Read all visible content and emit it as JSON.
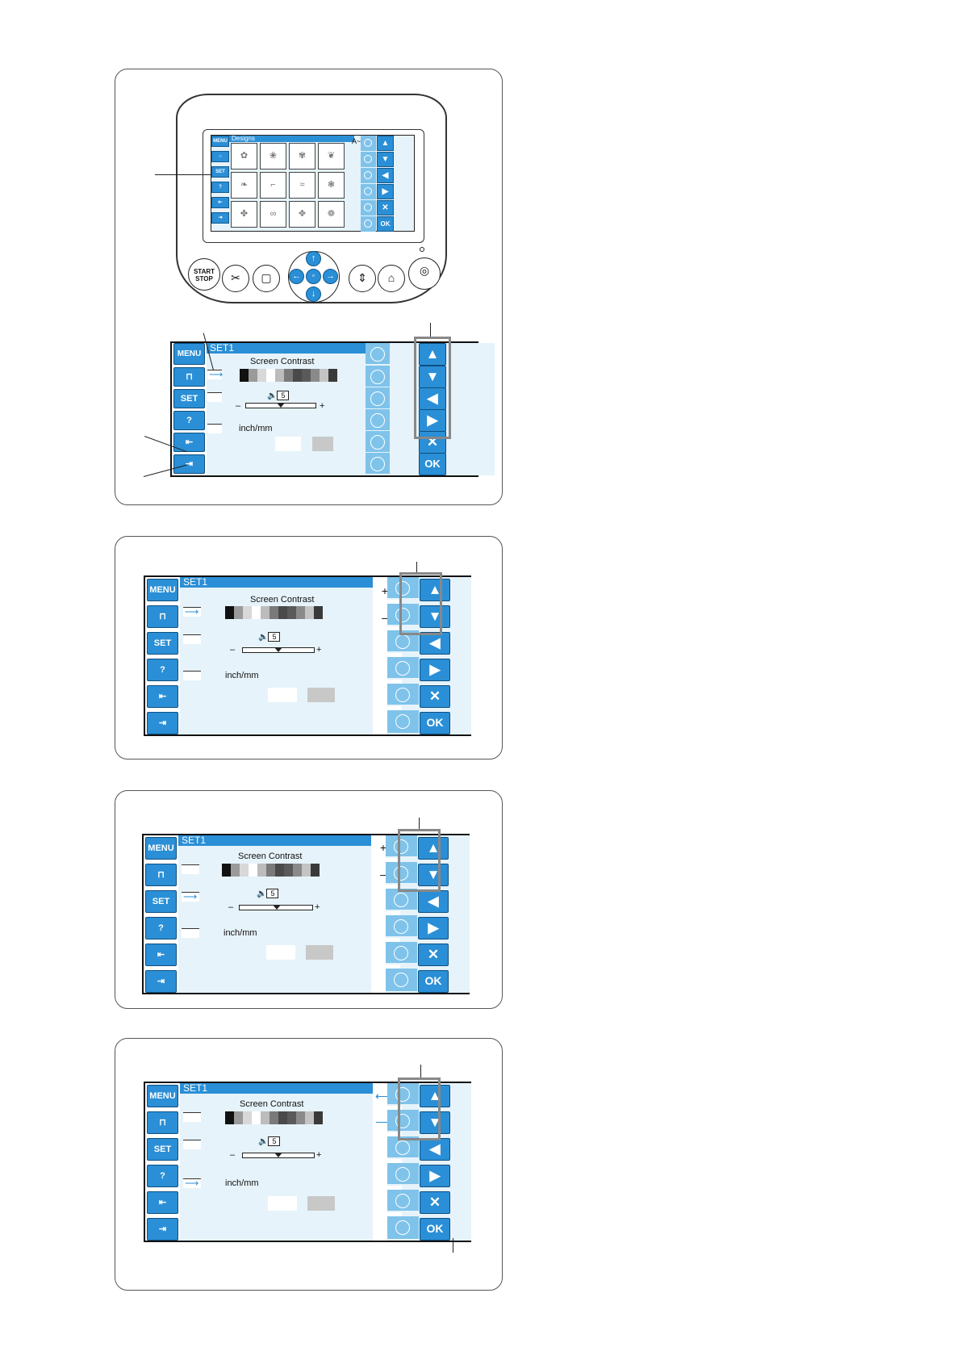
{
  "device": {
    "lcd_title": "Designs",
    "side_labels": [
      "MENU",
      "",
      "SET",
      "?",
      "",
      ""
    ],
    "az_label": "A~Z",
    "ok_label": "OK",
    "start_label": "START\nSTOP",
    "arrow_glyphs": [
      "▲",
      "▼",
      "◀",
      "▶",
      "✕",
      "OK"
    ]
  },
  "screen": {
    "title": "SET1",
    "menu_label": "MENU",
    "set_label": "SET",
    "help_label": "?",
    "contrast_label": "Screen Contrast",
    "volume_value": "5",
    "unit_label": "inch/mm",
    "ok_label": "OK",
    "plus": "+",
    "minus": "–",
    "vol_minus": "–",
    "vol_plus": "+",
    "left_arrow": "⟵",
    "right_arrow": "⟶"
  },
  "contrast_shades": [
    "#111111",
    "#9a9a9a",
    "#d8d8d8",
    "#ffffff",
    "#bcbcbc",
    "#7a7a7a",
    "#4a4a4a",
    "#5a5a5a",
    "#8a8a8a",
    "#c4c4c4",
    "#3a3a3a"
  ],
  "colors": {
    "accent": "#2a8fd6",
    "light_accent": "#7fc3ea",
    "screen_bg": "#e6f3fa"
  }
}
